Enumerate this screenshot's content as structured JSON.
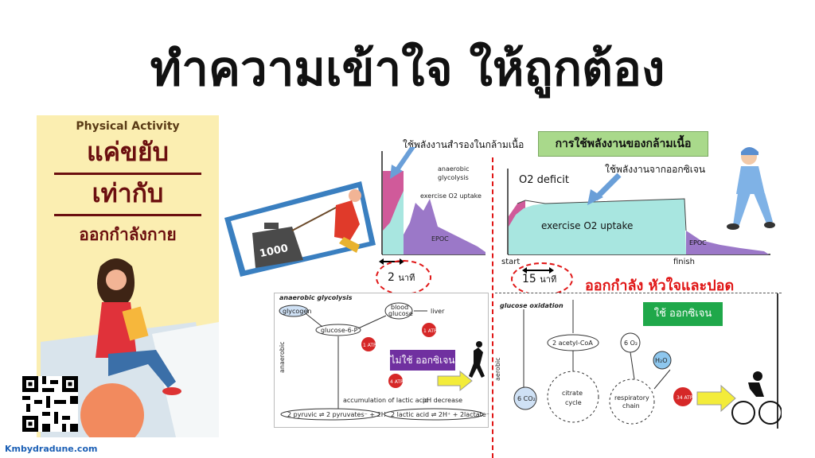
{
  "title": "ทำความเข้าใจ ให้ถูกต้อง",
  "poster": {
    "heading": "Physical Activity",
    "line1": "แค่ขยับ",
    "line2": "เท่ากับ",
    "line3": "ออกกำลังกาย"
  },
  "website": "Kmbydradune.com",
  "weight_label": "1000",
  "short_graph": {
    "top_note": "ใช้พลังงานสำรองในกล้ามเนื้อ",
    "anaerobic": "anaerobic",
    "glycolysis": "glycolysis",
    "o2_uptake": "exercise O2 uptake",
    "epoc": "EPOC",
    "duration": "2",
    "unit": "นาที"
  },
  "long_graph": {
    "box_label": "การใช้พลังงานของกล้ามเนื้อ",
    "note": "ใช้พลังงานจากออกซิเจน",
    "o2_deficit": "O2 deficit",
    "o2_uptake": "exercise O2 uptake",
    "epoc": "EPOC",
    "start": "start",
    "finish": "finish",
    "duration": "15",
    "unit": "นาที",
    "red_label": "ออกกำลัง หัวใจและปอด"
  },
  "anaerobic_diagram": {
    "heading": "anaerobic glycolysis",
    "side": "anaerobic",
    "glycogen": "glycogen",
    "blood1": "blood",
    "blood2": "glucose",
    "liver": "liver",
    "g6p": "glucose-6-P",
    "atp1": "1 ATP",
    "atp2": "1 ATP",
    "atp3": "4 ATP",
    "no_oxygen": "ไม่ใช้ ออกซิเจน",
    "lactic": "accumulation of lactic acid",
    "ph": "pH decrease",
    "bottom1": "2 pyruvic ⇌ 2 pyruvates⁻ + 2H⁺",
    "bottom2": "2 lactic acid ⇌ 2H⁺ + 2lactate⁻"
  },
  "aerobic_diagram": {
    "heading": "glucose oxidation",
    "side": "aerobic",
    "acetyl": "2 acetyl-CoA",
    "o2": "6 O₂",
    "h2o": "H₂O",
    "co2": "6 CO₂",
    "citrate1": "citrate",
    "citrate2": "cycle",
    "resp1": "respiratory",
    "resp2": "chain",
    "atp": "34 ATP",
    "use_oxygen": "ใช้ ออกซิเจน"
  }
}
